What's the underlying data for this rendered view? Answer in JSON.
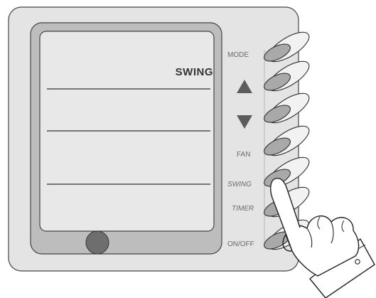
{
  "display": {
    "mode_text": "SWING"
  },
  "buttons": {
    "mode": "MODE",
    "fan": "FAN",
    "swing": "SWING",
    "timer": "TIMER",
    "on_off": "ON/OFF"
  },
  "icons": {
    "up": "up-arrow-icon",
    "down": "down-arrow-icon",
    "hand": "pointing-hand-icon"
  },
  "colors": {
    "body": "#e4e4e4",
    "lcd": "#e8e8e8",
    "bezel": "#bdbdbd",
    "button": "#a9a9a9",
    "outline": "#333333"
  }
}
